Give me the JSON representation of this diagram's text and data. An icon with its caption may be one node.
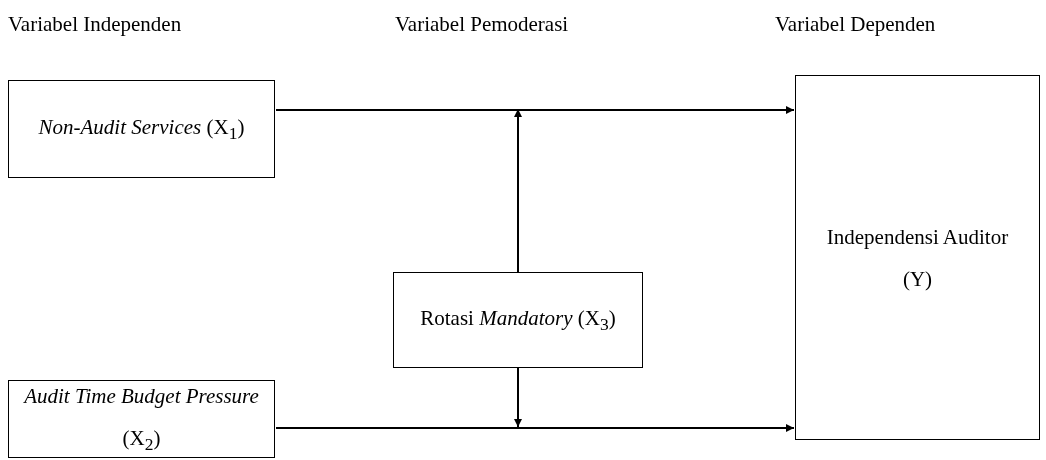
{
  "diagram": {
    "nodes": [
      {
        "text": [
          "*Non-Audit Services* (X$_{1}$)"
        ]
      },
      {
        "text": [
          "Rotasi *Mandatory* (X$_{3}$)"
        ]
      },
      {
        "text": [
          "*Audit Time Budget Pressure* (X$_{2}$)"
        ]
      },
      {
        "text": [
          "Independensi Auditor (Y)"
        ]
      }
    ],
    "edges": [
      {
        "from": 0,
        "to": 3,
        "arrow": "to"
      },
      {
        "from": 1,
        "to": null,
        "arrow": "to"
      },
      {
        "from": 1,
        "to": null,
        "arrow": "to"
      },
      {
        "from": 2,
        "to": 3,
        "arrow": "to"
      }
    ],
    "labels": [
      "Variabel Independen",
      "Variabel Pemoderasi",
      "Variabel Dependen"
    ]
  }
}
